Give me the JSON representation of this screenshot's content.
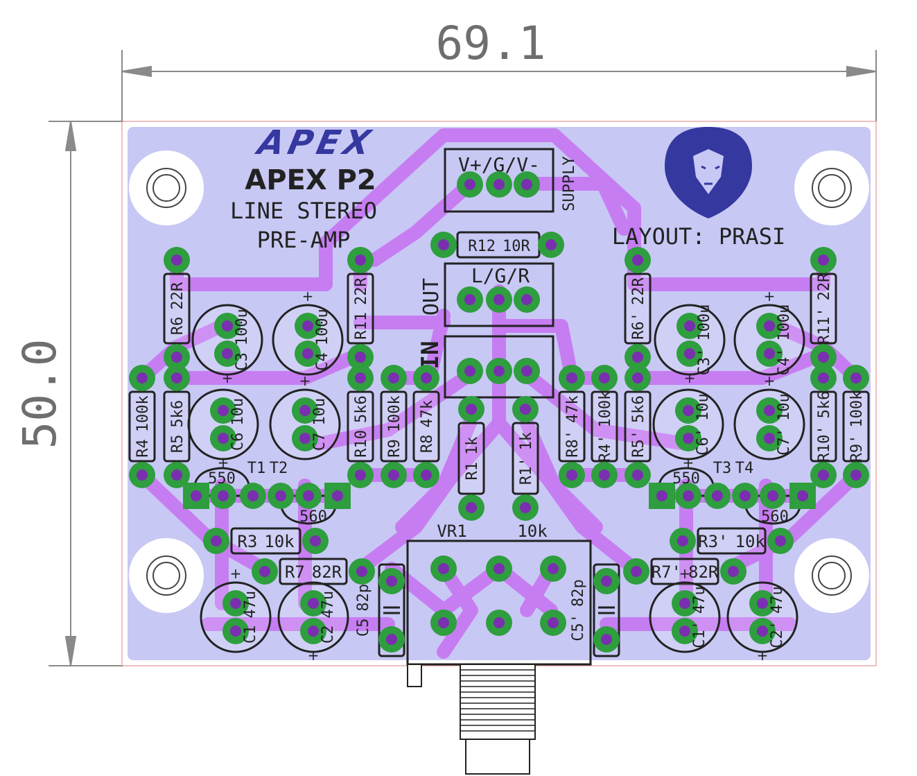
{
  "dimensions": {
    "width": "69.1",
    "height": "50.0"
  },
  "branding": {
    "logo_text": "APEX",
    "title": "APEX P2",
    "subtitle1": "LINE STEREO",
    "subtitle2": "PRE-AMP",
    "layout_credit": "LAYOUT: PRASI"
  },
  "connectors": {
    "supply_label": "V+/G/V-",
    "supply_side": "SUPPLY",
    "out_label": "L/G/R",
    "out_side": "OUT",
    "in_side": "IN"
  },
  "pot": {
    "ref": "VR1",
    "value": "10k"
  },
  "components": [
    {
      "ref": "R12",
      "value": "10R"
    },
    {
      "ref": "R6",
      "value": "22R"
    },
    {
      "ref": "R11",
      "value": "22R"
    },
    {
      "ref": "R6'",
      "value": "22R"
    },
    {
      "ref": "R11'",
      "value": "22R"
    },
    {
      "ref": "C3",
      "value": "100u"
    },
    {
      "ref": "C4",
      "value": "100u"
    },
    {
      "ref": "C3'",
      "value": "100u"
    },
    {
      "ref": "C4'",
      "value": "100u"
    },
    {
      "ref": "R4",
      "value": "100k"
    },
    {
      "ref": "R5",
      "value": "5k6"
    },
    {
      "ref": "C6",
      "value": "10u"
    },
    {
      "ref": "C7",
      "value": "10u"
    },
    {
      "ref": "R10",
      "value": "5k6"
    },
    {
      "ref": "R9",
      "value": "100k"
    },
    {
      "ref": "R8",
      "value": "47k"
    },
    {
      "ref": "R1",
      "value": "1k"
    },
    {
      "ref": "R1'",
      "value": "1k"
    },
    {
      "ref": "R8'",
      "value": "47k"
    },
    {
      "ref": "R4'",
      "value": "100k"
    },
    {
      "ref": "R5'",
      "value": "5k6"
    },
    {
      "ref": "C6'",
      "value": "10u"
    },
    {
      "ref": "C7'",
      "value": "10u"
    },
    {
      "ref": "R10'",
      "value": "5k6"
    },
    {
      "ref": "R9'",
      "value": "100k"
    },
    {
      "ref": "T1",
      "value": "550"
    },
    {
      "ref": "T2",
      "value": "560"
    },
    {
      "ref": "T3",
      "value": "550"
    },
    {
      "ref": "T4",
      "value": "560"
    },
    {
      "ref": "R3",
      "value": "10k"
    },
    {
      "ref": "R3'",
      "value": "10k"
    },
    {
      "ref": "R7",
      "value": "82R"
    },
    {
      "ref": "R7'",
      "value": "82R"
    },
    {
      "ref": "C5",
      "value": "82p"
    },
    {
      "ref": "C5'",
      "value": "82p"
    },
    {
      "ref": "C1",
      "value": "47u"
    },
    {
      "ref": "C2",
      "value": "47u"
    },
    {
      "ref": "C1'",
      "value": "47u"
    },
    {
      "ref": "C2'",
      "value": "47u"
    }
  ],
  "colors": {
    "board": "#c8c8f5",
    "trace": "#c77df2",
    "pad": "#2e9e3e",
    "pad_ring": "#7a2fb0",
    "silkscreen": "#222222",
    "logo": "#34389f",
    "dimension": "#6e6e6e"
  }
}
